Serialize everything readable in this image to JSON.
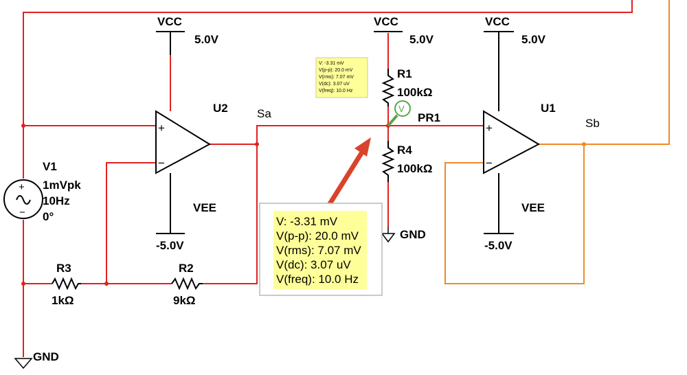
{
  "colors": {
    "wire_red": "#e02020",
    "wire_orange": "#f08a24",
    "component": "#000000",
    "probe_fill": "#ffff99",
    "probe_ring": "#5aa34a",
    "arrow": "#d9432b"
  },
  "power": {
    "vcc_label": "VCC",
    "vcc_value": "5.0V",
    "vee_label": "VEE",
    "vee_value": "-5.0V",
    "gnd_label": "GND"
  },
  "source": {
    "name": "V1",
    "amplitude": "1mVpk",
    "frequency": "10Hz",
    "phase": "0°",
    "plus_sign": "+",
    "minus_sign": "−"
  },
  "opamps": {
    "u2": "U2",
    "u1": "U1",
    "plus_sign": "+",
    "minus_sign": "−"
  },
  "resistors": {
    "r1": {
      "name": "R1",
      "value": "100kΩ"
    },
    "r2": {
      "name": "R2",
      "value": "9kΩ"
    },
    "r3": {
      "name": "R3",
      "value": "1kΩ"
    },
    "r4": {
      "name": "R4",
      "value": "100kΩ"
    }
  },
  "nets": {
    "sa": "Sa",
    "sb": "Sb",
    "probe": "PR1"
  },
  "probe": {
    "symbol": "V",
    "lines": [
      "V: -3.31 mV",
      "V(p-p): 20.0 mV",
      "V(rms): 7.07 mV",
      "V(dc): 3.07 uV",
      "V(freq): 10.0 Hz"
    ]
  }
}
